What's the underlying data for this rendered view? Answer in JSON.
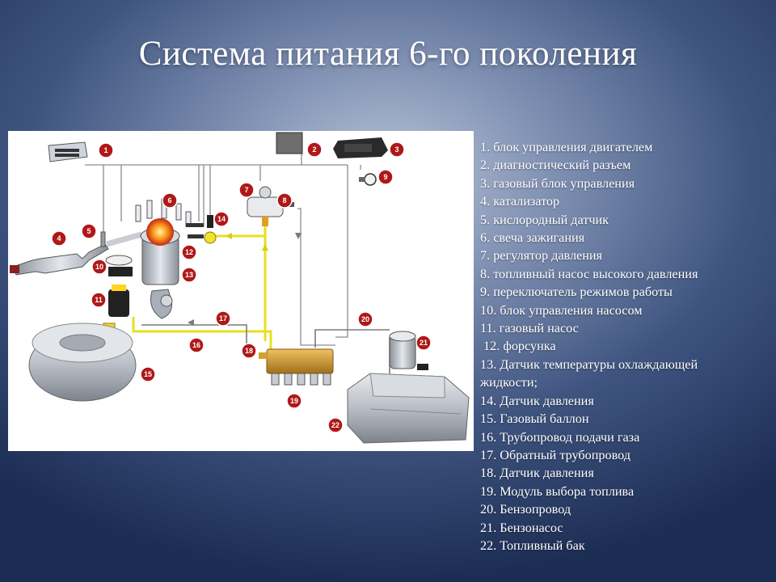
{
  "title": "Система питания 6-го поколения",
  "diagram": {
    "callouts": [
      "1",
      "2",
      "3",
      "4",
      "5",
      "6",
      "7",
      "8",
      "9",
      "10",
      "11",
      "12",
      "13",
      "14",
      "15",
      "16",
      "17",
      "18",
      "19",
      "20",
      "21",
      "22"
    ]
  },
  "legend": [
    "1. блок управления двигателем",
    "2. диагностический разъем",
    "3. газовый блок управления",
    "4. катализатор",
    "5. кислородный датчик",
    "6. свеча зажигания",
    "7. регулятор давления",
    "8. топливный насос высокого давления",
    "9. переключатель режимов работы",
    "10. блок управления насосом",
    "11. газовый насос",
    " 12. форсунка",
    "13. Датчик температуры охлаждающей жидкости;",
    "14. Датчик давления",
    "15. Газовый баллон",
    "16. Трубопровод подачи газа",
    "17. Обратный трубопровод",
    "18. Датчик давления",
    "19. Модуль выбора топлива",
    "20. Бензопровод",
    "21. Бензонасос",
    "22. Топливный бак"
  ],
  "colors": {
    "gas_line": "#e6e022",
    "return_line": "#7a7a7a",
    "badge": "#b01818"
  }
}
